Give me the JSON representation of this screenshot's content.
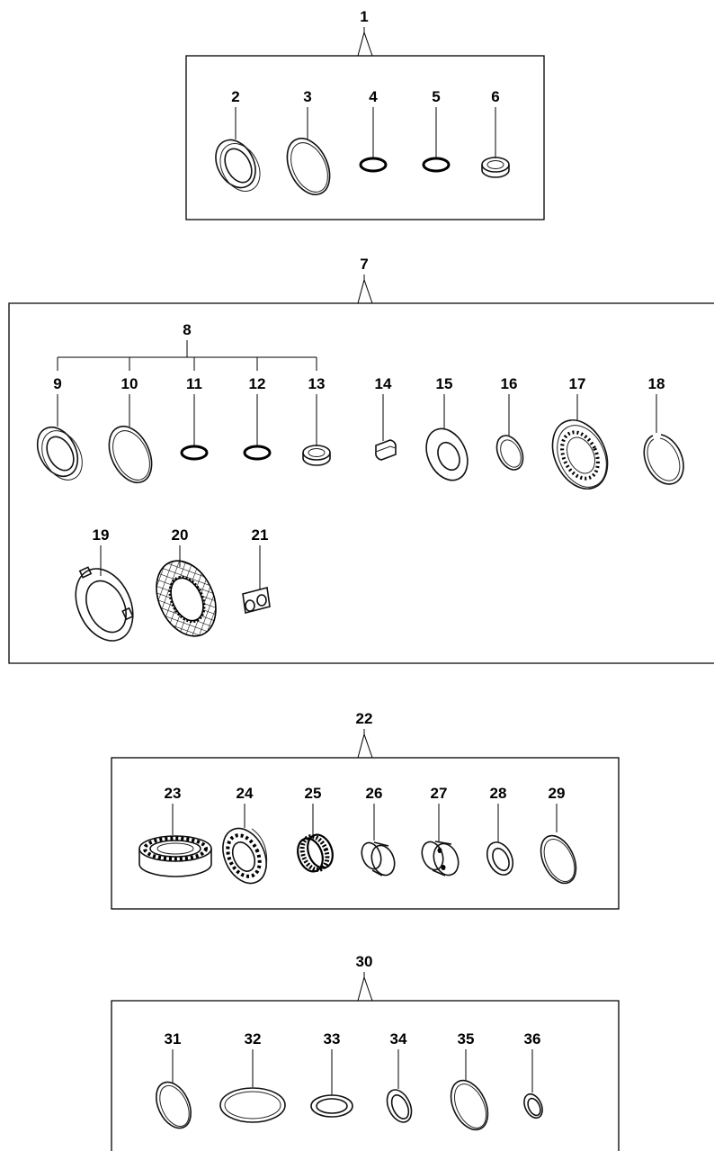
{
  "groups": [
    {
      "number": "1",
      "parts": [
        "2",
        "3",
        "4",
        "5",
        "6"
      ]
    },
    {
      "number": "7",
      "subgroup": "8",
      "subgroup_parts": [
        "9",
        "10",
        "11",
        "12",
        "13"
      ],
      "parts": [
        "9",
        "10",
        "11",
        "12",
        "13",
        "14",
        "15",
        "16",
        "17",
        "18",
        "19",
        "20",
        "21"
      ]
    },
    {
      "number": "22",
      "parts": [
        "23",
        "24",
        "25",
        "26",
        "27",
        "28",
        "29"
      ]
    },
    {
      "number": "30",
      "parts": [
        "31",
        "32",
        "33",
        "34",
        "35",
        "36"
      ]
    }
  ],
  "labels": {
    "p1": "1",
    "p2": "2",
    "p3": "3",
    "p4": "4",
    "p5": "5",
    "p6": "6",
    "p7": "7",
    "p8": "8",
    "p9": "9",
    "p10": "10",
    "p11": "11",
    "p12": "12",
    "p13": "13",
    "p14": "14",
    "p15": "15",
    "p16": "16",
    "p17": "17",
    "p18": "18",
    "p19": "19",
    "p20": "20",
    "p21": "21",
    "p22": "22",
    "p23": "23",
    "p24": "24",
    "p25": "25",
    "p26": "26",
    "p27": "27",
    "p28": "28",
    "p29": "29",
    "p30": "30",
    "p31": "31",
    "p32": "32",
    "p33": "33",
    "p34": "34",
    "p35": "35",
    "p36": "36"
  }
}
